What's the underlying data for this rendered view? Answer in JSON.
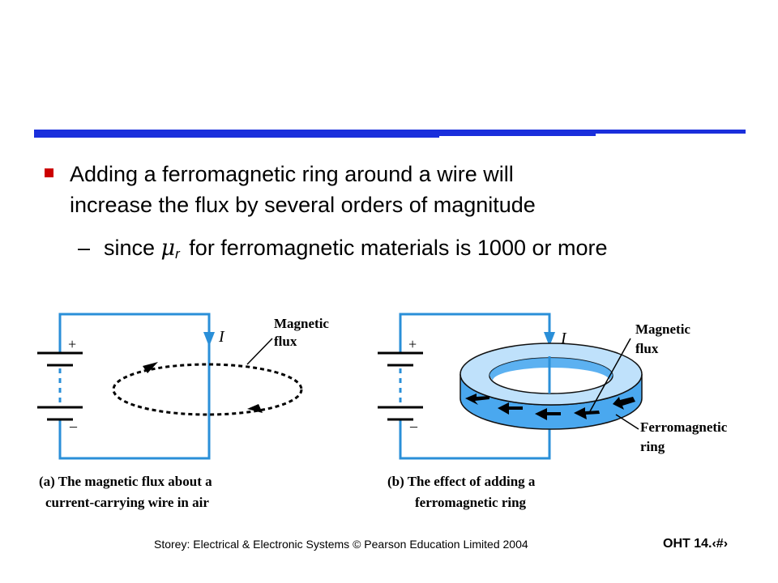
{
  "bullet": {
    "main_line1": "Adding a ferromagnetic ring around a wire will",
    "main_line2": "increase the flux by several orders of magnitude",
    "sub_dash": "–",
    "sub_prefix": "since",
    "mu": "μ",
    "mu_sub": "r",
    "sub_suffix": "for ferromagnetic materials is 1000 or more"
  },
  "figure_a": {
    "plus": "+",
    "minus": "–",
    "current": "I",
    "label_1": "Magnetic",
    "label_2": "flux",
    "caption_1": "(a) The magnetic flux about a",
    "caption_2": "current-carrying wire in air"
  },
  "figure_b": {
    "plus": "+",
    "minus": "–",
    "current": "I",
    "label_1": "Magnetic",
    "label_2": "flux",
    "ring_label_1": "Ferromagnetic",
    "ring_label_2": "ring",
    "caption_1": "(b) The effect of adding a",
    "caption_2": "ferromagnetic ring"
  },
  "footer": {
    "credit": "Storey: Electrical & Electronic Systems © Pearson Education Limited 2004",
    "page": "OHT 14.‹#›"
  },
  "colors": {
    "bar": "#1a2fdc",
    "bullet": "#cc0000",
    "wire": "#2a8fd8",
    "ring": "#4aa8ef"
  }
}
